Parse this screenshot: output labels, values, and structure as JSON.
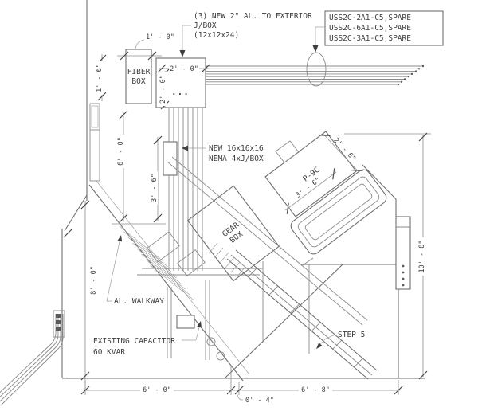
{
  "drawing": {
    "callout_exterior": {
      "line1": "(3) NEW 2\" AL. TO EXTERIOR",
      "line2": "J/BOX",
      "line3": "(12x12x24)"
    },
    "spare_circuits": {
      "line1": "USS2C-2A1-C5,SPARE",
      "line2": "USS2C-6A1-C5,SPARE",
      "line3": "USS2C-3A1-C5,SPARE"
    },
    "fiber_box": {
      "line1": "FIBER",
      "line2": "BOX"
    },
    "nema_callout": {
      "line1": "NEW 16x16x16",
      "line2": "NEMA 4xJ/BOX"
    },
    "equipment": {
      "p9c": "P-9C",
      "gear_line1": "GEAR",
      "gear_line2": "BOX",
      "jbox_dots": "..."
    },
    "labels": {
      "walkway": "AL. WALKWAY",
      "capacitor_line1": "EXISTING CAPACITOR",
      "capacitor_line2": "60 KVAR",
      "step": "STEP 5"
    },
    "dims": {
      "fiber_w": "1' - 0\"",
      "fiber_h": "1' - 6\"",
      "jbox_w": "2' - 0\"",
      "jbox_h": "2' - 0\"",
      "left_upper": "6' - 0\"",
      "conduit_h": "3' - 6\"",
      "p9c_w": "2' - 6\"",
      "p9c_l": "3' - 6\"",
      "bottom_left": "6' - 0\"",
      "bottom_jog": "0' - 4\"",
      "bottom_right": "6' - 8\"",
      "right_h": "10' - 8\"",
      "left_h": "8' - 0\""
    },
    "colors": {
      "line": "#8a8a8a",
      "object_line": "#6f6f6f",
      "text": "#3d3d3d",
      "background": "#ffffff"
    }
  }
}
